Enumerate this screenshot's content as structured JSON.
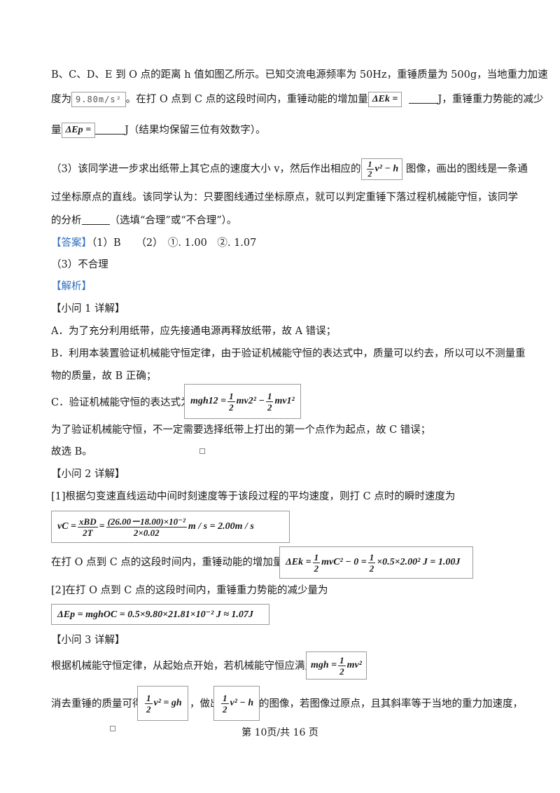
{
  "lines": {
    "l1": "B、C、D、E 到 O 点的距离 h 值如图乙所示。已知交流电源频率为 50Hz，重锤质量为 500g，当地重力加速",
    "l2a": "度为",
    "l2_box": "9.80m/s²",
    "l2b": "。在打 O 点到 C 点的这段时间内，重锤动能的增加量",
    "l2_box2": "ΔEk =",
    "l2c": "J，重锤重力势能的减少",
    "l3a": "量",
    "l3_box": "ΔEp =",
    "l3b": "J（结果均保留三位有效数字）。",
    "l4a": "（3）该同学进一步求出纸带上其它点的速度大小 v，然后作出相应的",
    "l4b": "图像，画出的图线是一条通",
    "l5": "过坐标原点的直线。该同学认为：只要图线通过坐标原点，就可以判定重锤下落过程机械能守恒，该同学",
    "l6a": "的分析",
    "l6b": "（选填“合理”或“不合理”）。",
    "ans_tag": "【答案】",
    "ans_text": "（1）B　　（2）　①. 1.00　②. 1.07",
    "ans3": "（3）不合理",
    "jx_tag": "【解析】",
    "q1": "【小问 1 详解】",
    "a1": "A．为了充分利用纸带，应先接通电源再释放纸带，故 A 错误；",
    "b1": "B．利用本装置验证机械能守恒定律，由于验证机械能守恒的表达式中，质量可以约去，所以可以不测量重",
    "b2": "物的质量，故 B 正确；",
    "c1": "C．验证机械能守恒的表达式为",
    "c2": "为了验证机械能守恒，不一定需要选择纸带上打出的第一个点作为起点，故 C 错误；",
    "c3": "故选 B。",
    "q2": "【小问 2 详解】",
    "p21": "[1]根据匀变速直线运动中间时刻速度等于该段过程的平均速度，则打 C 点时的瞬时速度为",
    "p22": "在打 O 点到 C 点的这段时间内，重锤动能的增加量为",
    "p23": "[2]在打 O 点到 C 点的这段时间内，重锤重力势能的减少量为",
    "q3": "【小问 3 详解】",
    "p31": "根据机械能守恒定律，从起始点开始，若机械能守恒应满足",
    "p32a": "消去重锤的质量可得",
    "p32b": "，做出",
    "p32c": "的图像，若图像过原点，且其斜率等于当地的重力加速度，"
  },
  "formulas": {
    "vc_lhs": "vC =",
    "vc_num1": "xBD",
    "vc_den1": "2T",
    "vc_num2": "(26.00－18.00)×10⁻²",
    "vc_den2": "2×0.02",
    "vc_rhs": "m / s = 2.00m / s",
    "ek_expr_a": "ΔEk =",
    "ek_expr_b": "mvC² − 0 =",
    "ek_expr_c": "×0.5×2.00² J = 1.00J",
    "ep_expr": "ΔEp = mghOC = 0.5×9.80×21.81×10⁻² J ≈ 1.07J",
    "c_expr_a": "mgh12 =",
    "c_expr_b": "mv2² −",
    "c_expr_c": "mv1²",
    "p31_a": "mgh =",
    "p31_b": "mv²",
    "p32_expr1": "v² = gh",
    "p32_expr2": "v² − h",
    "l4_expr": "v² − h",
    "half_num": "1",
    "half_den": "2"
  },
  "footer": "第 10页/共 16 页"
}
